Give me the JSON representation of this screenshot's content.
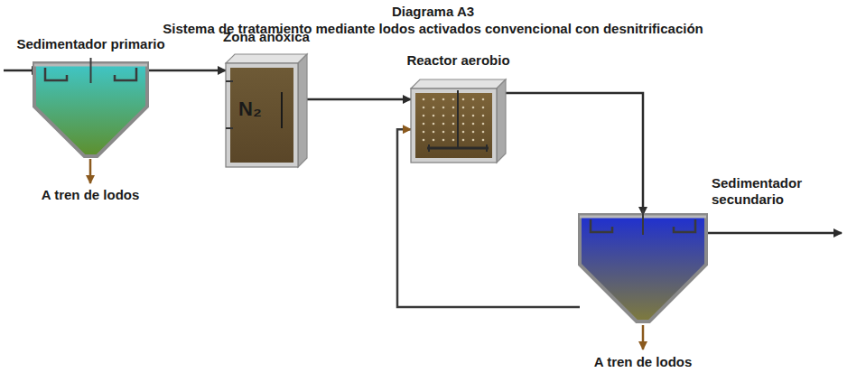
{
  "diagram": {
    "title": "Diagrama A3",
    "nodes": [
      {
        "text": [
          "Sedimentador primario"
        ]
      },
      {
        "text": [
          "Zona anóxica",
          "N₂"
        ]
      },
      {
        "text": [
          "Reactor aerobio"
        ]
      },
      {
        "text": [
          "Sedimentador secundario"
        ]
      }
    ],
    "edges": [
      {
        "from": 0,
        "to": 1,
        "arrow": "to"
      },
      {
        "from": 1,
        "to": 2,
        "arrow": "to"
      },
      {
        "from": 2,
        "to": 3,
        "arrow": "to"
      },
      {
        "from": 3,
        "to": 2,
        "arrow": "to"
      }
    ],
    "labels": [
      "Sistema de tratamiento mediante lodos activados convencional con desnitrificación",
      "A tren de lodos",
      "A tren de lodos"
    ]
  }
}
